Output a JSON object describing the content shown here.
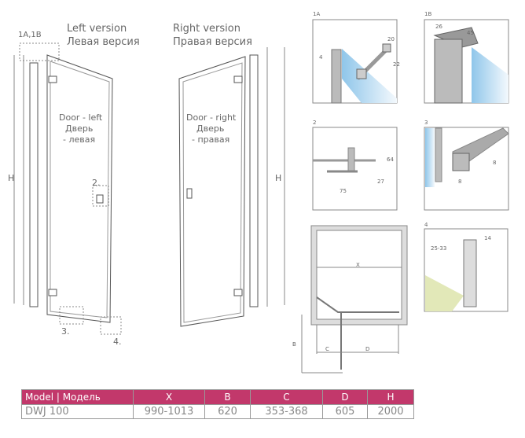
{
  "left_door": {
    "title_en": "Left version",
    "title_ru": "Левая версия",
    "detail_label": "1A,1B",
    "door_en": "Door - left",
    "door_ru": "Дверь",
    "door_ru2": "- левая",
    "h_label": "H",
    "callout_2": "2.",
    "callout_3": "3.",
    "callout_4": "4."
  },
  "right_door": {
    "title_en": "Right version",
    "title_ru": "Правая версия",
    "door_en": "Door - right",
    "door_ru": "Дверь",
    "door_ru2": "- правая",
    "h_label": "H"
  },
  "details": {
    "d1a": {
      "label": "1A",
      "dims": [
        "20",
        "4",
        "22"
      ]
    },
    "d1b": {
      "label": "1B",
      "dims": [
        "26",
        "45"
      ]
    },
    "d2": {
      "label": "2",
      "dims": [
        "64",
        "27",
        "75"
      ]
    },
    "d3": {
      "label": "3",
      "dims": [
        "8",
        "8"
      ]
    },
    "d4": {
      "label": "4",
      "dims": [
        "25-33",
        "14"
      ]
    }
  },
  "plan": {
    "x": "X",
    "b": "B",
    "c": "C",
    "d": "D"
  },
  "table": {
    "headers": [
      "Model | Модель",
      "X",
      "B",
      "C",
      "D",
      "H"
    ],
    "rows": [
      [
        "DWJ 100",
        "990-1013",
        "620",
        "353-368",
        "605",
        "2000"
      ]
    ]
  },
  "colors": {
    "header": "#c2386b",
    "glass": "#a9d3ee",
    "floor": "#e2e8b8"
  }
}
